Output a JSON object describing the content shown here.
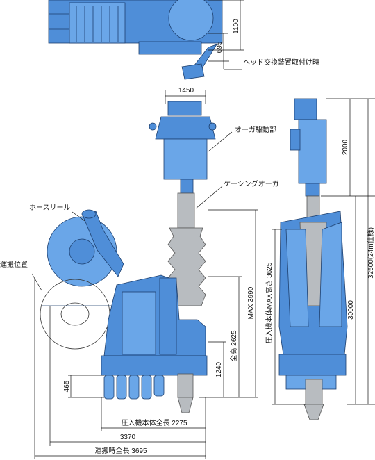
{
  "top_view": {
    "dims": [
      "1100",
      "695"
    ],
    "note": "ヘッド交換装置取付け時"
  },
  "front_view": {
    "top_width": "1450",
    "labels": {
      "auger_drive": "オーガ駆動部",
      "casing_auger": "ケーシングオーガ",
      "hose_reel": "ホースリール",
      "transport_position": "運搬位置"
    },
    "vertical_dims": [
      "MAX 3990",
      "全高 2625",
      "1240",
      "465"
    ],
    "horizontal_dims": {
      "machine_length": "圧入機本体全長 2275",
      "length_3370": "3370",
      "transport_length": "運搬時全長 3695"
    }
  },
  "side_view": {
    "dims": [
      "2000",
      "30000",
      "32500(24m仕様)"
    ],
    "max_height_label": "圧入機本体MAX高さ 3625"
  },
  "colors": {
    "machine_blue": "#4f8ed8",
    "casing_grey": "#b8bcc0"
  }
}
